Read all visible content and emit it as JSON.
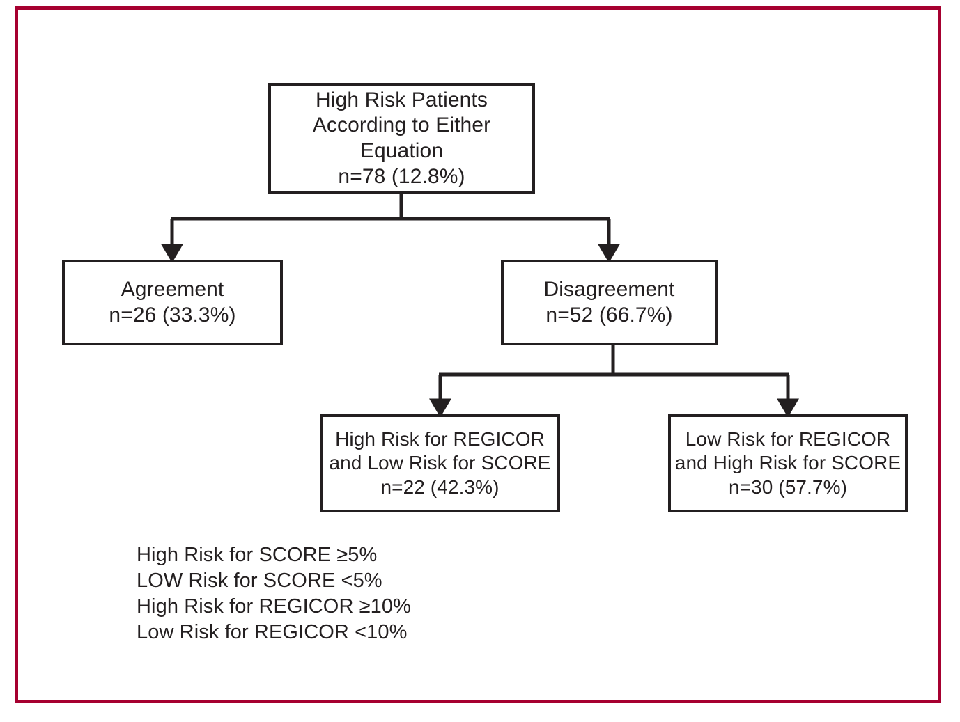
{
  "figure": {
    "frame_color": "#a60030",
    "line_color": "#231f20",
    "background": "#ffffff"
  },
  "chart_data": {
    "type": "diagram",
    "title": "High Risk Patients According to Either Equation",
    "nodes": [
      {
        "id": "root",
        "label": "High Risk Patients\nAccording to Either Equation\nn=78 (12.8%)",
        "n": 78,
        "percent": "12.8%"
      },
      {
        "id": "agreement",
        "label": "Agreement\nn=26 (33.3%)",
        "n": 26,
        "percent": "33.3%"
      },
      {
        "id": "disagreement",
        "label": "Disagreement\nn=52 (66.7%)",
        "n": 52,
        "percent": "66.7%"
      },
      {
        "id": "regicor_high_score_low",
        "label": "High Risk for REGICOR\nand Low Risk for SCORE\nn=22 (42.3%)",
        "n": 22,
        "percent": "42.3%"
      },
      {
        "id": "regicor_low_score_high",
        "label": "Low Risk for REGICOR\nand High Risk for SCORE\nn=30 (57.7%)",
        "n": 30,
        "percent": "57.7%"
      }
    ],
    "edges": [
      {
        "from": "root",
        "to": "agreement"
      },
      {
        "from": "root",
        "to": "disagreement"
      },
      {
        "from": "disagreement",
        "to": "regicor_high_score_low"
      },
      {
        "from": "disagreement",
        "to": "regicor_low_score_high"
      }
    ]
  },
  "legend": {
    "lines": [
      "High Risk for SCORE ≥5%",
      "LOW Risk for SCORE <5%",
      "High Risk for REGICOR ≥10%",
      "Low Risk for REGICOR <10%"
    ]
  }
}
